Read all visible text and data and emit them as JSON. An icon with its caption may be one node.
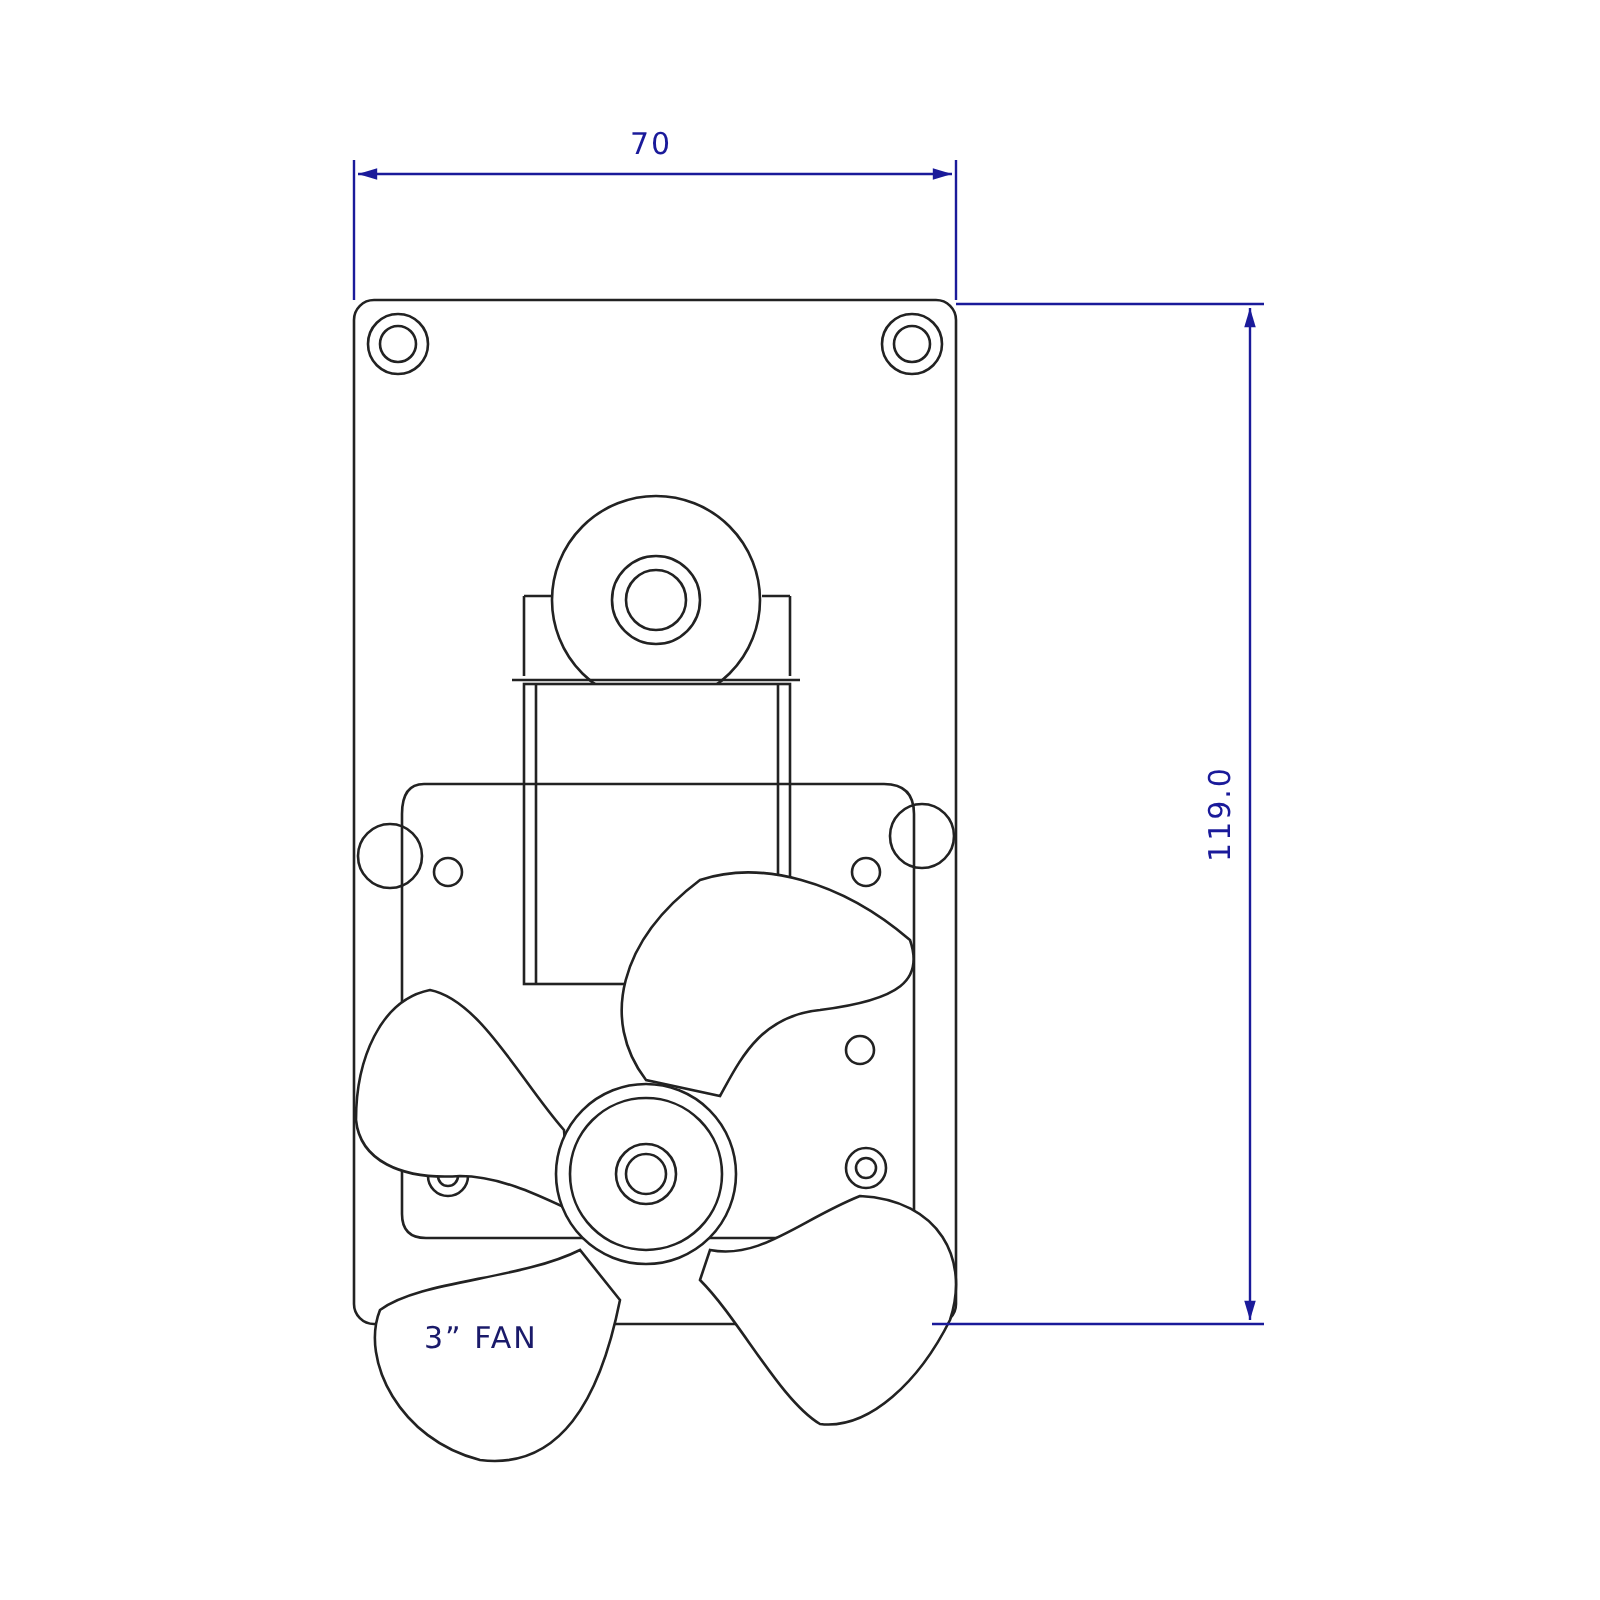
{
  "diagram": {
    "labels": [
      "70",
      "119.0",
      "3” FAN"
    ]
  }
}
